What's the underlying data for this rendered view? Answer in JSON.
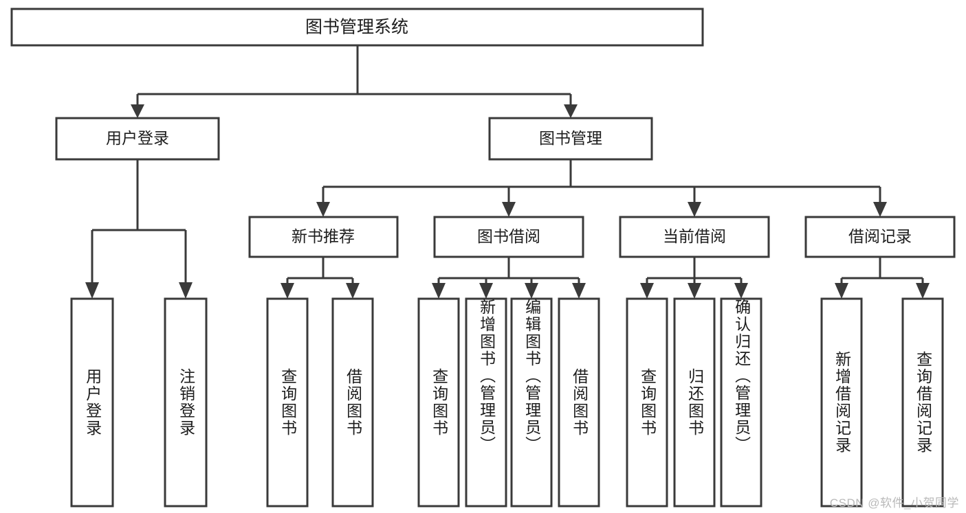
{
  "diagram": {
    "title": "图书管理系统",
    "type": "tree",
    "watermark": "CSDN @软件_小贺同学",
    "colors": {
      "box_stroke": "#3a3a3a",
      "box_fill": "#ffffff",
      "text": "#1d1d1d",
      "connector": "#3a3a3a",
      "watermark": "#b9b9b9",
      "background": "#ffffff"
    },
    "root": {
      "label": "图书管理系统",
      "children": [
        {
          "label": "用户登录",
          "children": [
            {
              "label": "用户登录"
            },
            {
              "label": "注销登录"
            }
          ]
        },
        {
          "label": "图书管理",
          "children": [
            {
              "label": "新书推荐",
              "children": [
                {
                  "label": "查询图书"
                },
                {
                  "label": "借阅图书"
                }
              ]
            },
            {
              "label": "图书借阅",
              "children": [
                {
                  "label": "查询图书"
                },
                {
                  "label": "新增图书（管理员）"
                },
                {
                  "label": "编辑图书（管理员）"
                },
                {
                  "label": "借阅图书"
                }
              ]
            },
            {
              "label": "当前借阅",
              "children": [
                {
                  "label": "查询图书"
                },
                {
                  "label": "归还图书"
                },
                {
                  "label": "确认归还（管理员）"
                }
              ]
            },
            {
              "label": "借阅记录",
              "children": [
                {
                  "label": "新增借阅记录"
                },
                {
                  "label": "查询借阅记录"
                }
              ]
            }
          ]
        }
      ]
    },
    "nodes": {
      "root": "图书管理系统",
      "user_login": "用户登录",
      "book_manage": "图书管理",
      "new_book_rec": "新书推荐",
      "book_borrow": "图书借阅",
      "current_borrow": "当前借阅",
      "borrow_record": "借阅记录",
      "leaf_user_login": "用户登录",
      "leaf_logout": "注销登录",
      "leaf_query_book_1": "查询图书",
      "leaf_borrow_book_1": "借阅图书",
      "leaf_query_book_2": "查询图书",
      "leaf_add_book_admin": "新增图书（管理员）",
      "leaf_edit_book_admin": "编辑图书（管理员）",
      "leaf_borrow_book_2": "借阅图书",
      "leaf_query_book_3": "查询图书",
      "leaf_return_book": "归还图书",
      "leaf_confirm_return_admin": "确认归还（管理员）",
      "leaf_add_record": "新增借阅记录",
      "leaf_query_record": "查询借阅记录"
    }
  }
}
